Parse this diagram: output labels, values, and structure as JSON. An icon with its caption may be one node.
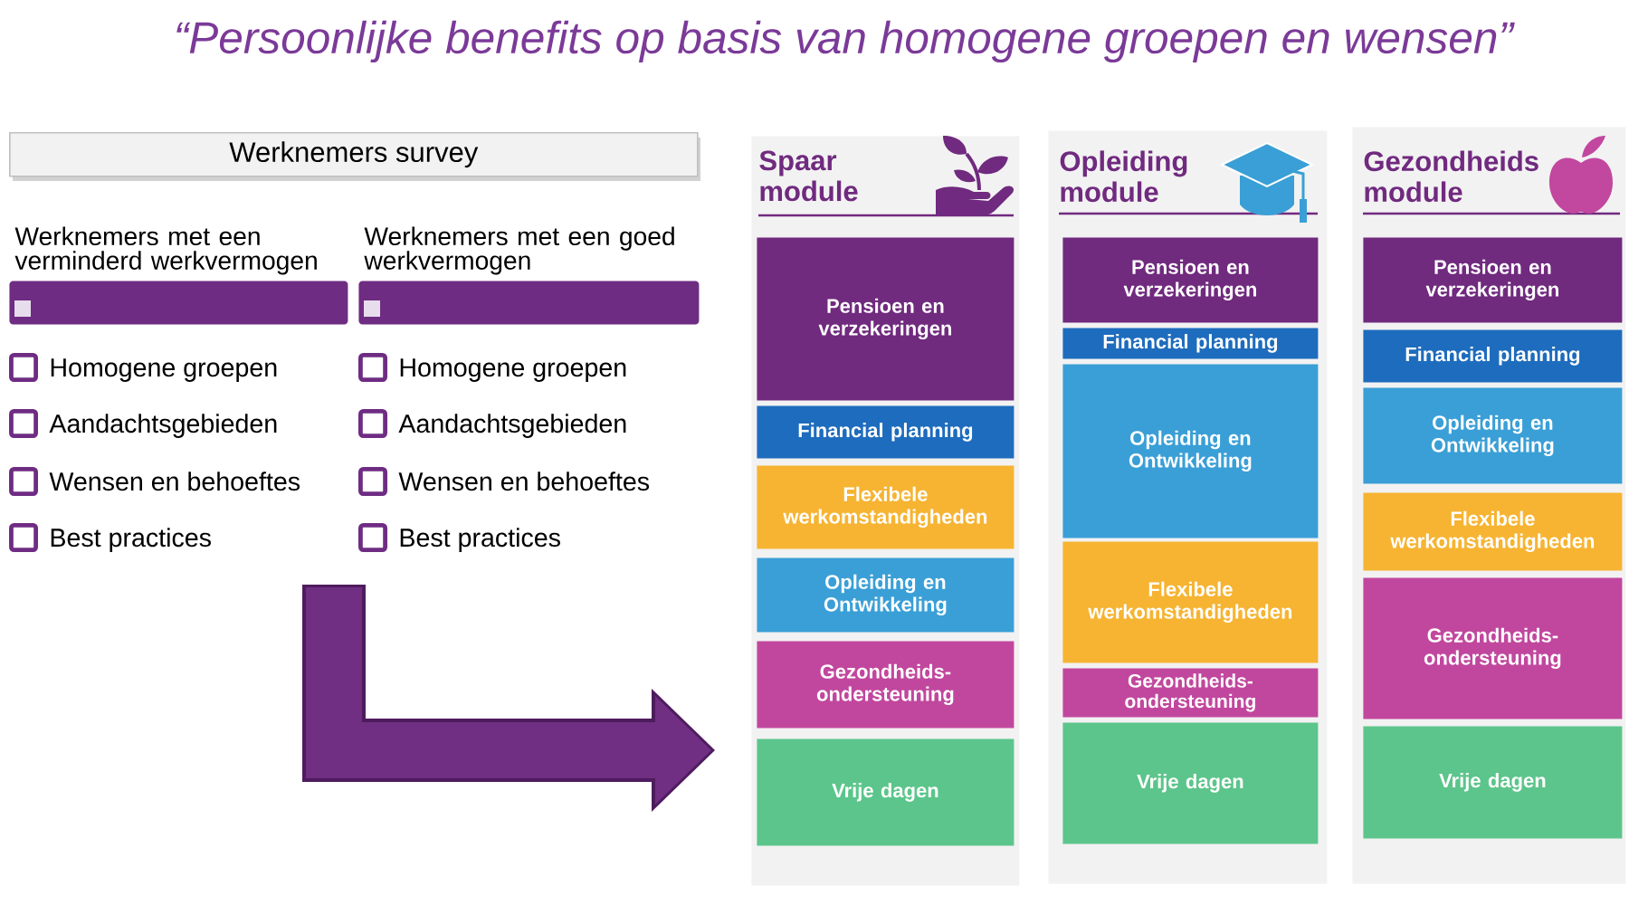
{
  "diagram": {
    "title": "“Persoonlijke benefits op basis van homogene groepen en wensen”",
    "nodes": [
      {
        "text": [
          "Werknemers survey"
        ]
      },
      {
        "text": [
          "Werknemers met een verminderd werkvermogen"
        ]
      },
      {
        "text": [
          "Werknemers met een goed werkvermogen"
        ]
      },
      {
        "text": [
          "Spaar module"
        ]
      },
      {
        "text": [
          "Pensioen en verzekeringen"
        ],
        "in": 3
      },
      {
        "text": [
          "Financial planning"
        ],
        "in": 3
      },
      {
        "text": [
          "Flexibele werkomstandigheden"
        ],
        "in": 3
      },
      {
        "text": [
          "Opleiding en Ontwikkeling"
        ],
        "in": 3
      },
      {
        "text": [
          "Gezondheids-ondersteuning"
        ],
        "in": 3
      },
      {
        "text": [
          "Vrije dagen"
        ],
        "in": 3
      },
      {
        "text": [
          "Opleiding module"
        ]
      },
      {
        "text": [
          "Pensioen en verzekeringen"
        ],
        "in": 10
      },
      {
        "text": [
          "Financial planning"
        ],
        "in": 10
      },
      {
        "text": [
          "Opleiding en Ontwikkeling"
        ],
        "in": 10
      },
      {
        "text": [
          "Flexibele werkomstandigheden"
        ],
        "in": 10
      },
      {
        "text": [
          "Gezondheids-ondersteuning"
        ],
        "in": 10
      },
      {
        "text": [
          "Vrije dagen"
        ],
        "in": 10
      },
      {
        "text": [
          "Gezondheids module"
        ]
      },
      {
        "text": [
          "Pensioen en verzekeringen"
        ],
        "in": 17
      },
      {
        "text": [
          "Financial planning"
        ],
        "in": 17
      },
      {
        "text": [
          "Opleiding en Ontwikkeling"
        ],
        "in": 17
      },
      {
        "text": [
          "Flexibele werkomstandigheden"
        ],
        "in": 17
      },
      {
        "text": [
          "Gezondheids-ondersteuning"
        ],
        "in": 17
      },
      {
        "text": [
          "Vrije dagen"
        ],
        "in": 17
      }
    ],
    "edges": [
      {
        "from": null,
        "to": 3,
        "arrow": "to"
      }
    ],
    "labels": [
      "Homogene groepen",
      "Homogene groepen",
      "Aandachtsgebieden",
      "Aandachtsgebieden",
      "Wensen en behoeftes",
      "Wensen en behoeftes",
      "Best practices",
      "Best practices"
    ]
  }
}
